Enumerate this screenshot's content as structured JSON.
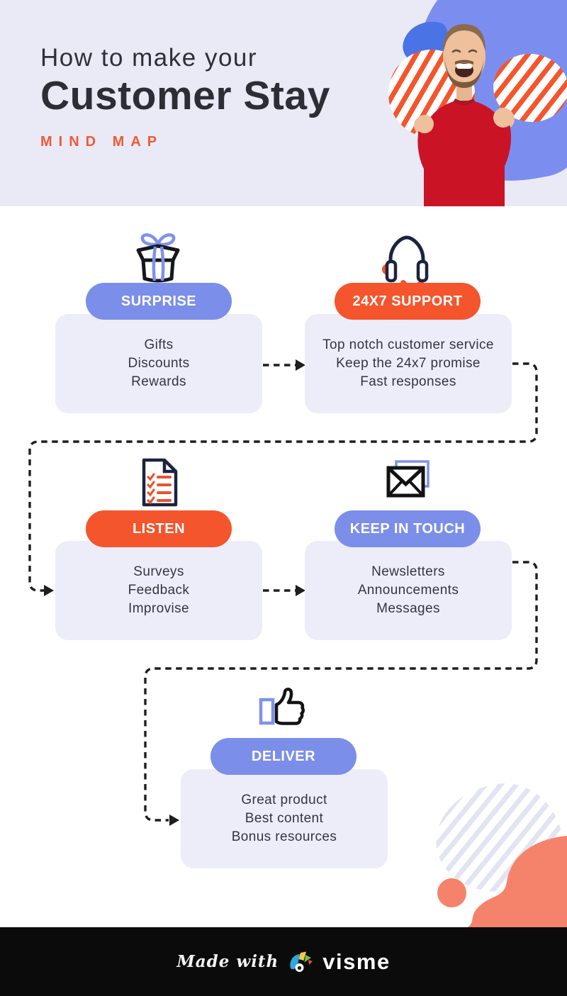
{
  "header": {
    "title_line1": "How to make your",
    "title_line2": "Customer Stay",
    "subtitle": "MIND MAP"
  },
  "nodes": [
    {
      "id": "surprise",
      "label": "SURPRISE",
      "pill_color": "blue",
      "icon": "gift-icon",
      "items": [
        "Gifts",
        "Discounts",
        "Rewards"
      ]
    },
    {
      "id": "support",
      "label": "24X7 SUPPORT",
      "pill_color": "orange",
      "icon": "headset-icon",
      "items": [
        "Top notch customer service",
        "Keep the 24x7 promise",
        "Fast responses"
      ]
    },
    {
      "id": "listen",
      "label": "LISTEN",
      "pill_color": "orange",
      "icon": "checklist-icon",
      "items": [
        "Surveys",
        "Feedback",
        "Improvise"
      ]
    },
    {
      "id": "keep-in-touch",
      "label": "KEEP IN TOUCH",
      "pill_color": "blue",
      "icon": "envelope-icon",
      "items": [
        "Newsletters",
        "Announcements",
        "Messages"
      ]
    },
    {
      "id": "deliver",
      "label": "DELIVER",
      "pill_color": "blue",
      "icon": "thumbs-up-icon",
      "items": [
        "Great product",
        "Best content",
        "Bonus resources"
      ]
    }
  ],
  "footer": {
    "made_with": "Made with",
    "brand": "visme"
  },
  "colors": {
    "accent_blue": "#7b8ee9",
    "accent_orange": "#f4552c",
    "card_background": "#ecedf9",
    "header_background": "#e9eaf6",
    "salmon": "#f5836b",
    "footer_background": "#0b0b0b",
    "text_dark": "#2d3037"
  }
}
